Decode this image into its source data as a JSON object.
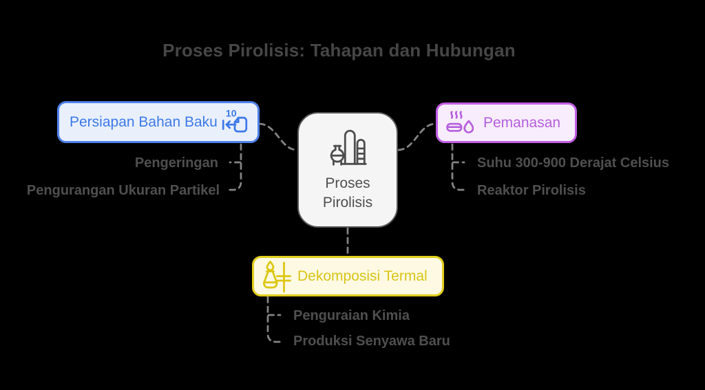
{
  "background": "#000000",
  "title": {
    "text": "Proses Pirolisis: Tahapan dan Hubungan",
    "color": "#464646"
  },
  "center_node": {
    "label": "Proses Pirolisis",
    "icon": "industrial-plant-icon",
    "fill": "#f5f5f5",
    "border_color": "#58585a",
    "text_color": "#4f4f4f"
  },
  "connector_style": {
    "color": "#848484",
    "dashed": true
  },
  "branches": [
    {
      "label": "Persiapan Bahan Baku",
      "icon": "document-input-10-icon",
      "accent": "#3e79e9",
      "border_color": "#5081e9",
      "fill": "#e9f0fc",
      "children": [
        "Pengeringan",
        "Pengurangan Ukuran Partikel"
      ]
    },
    {
      "label": "Pemanasan",
      "icon": "heating-steam-flame-icon",
      "accent": "#b55fdd",
      "border_color": "#c25ee4",
      "fill": "#f8edfc",
      "children": [
        "Suhu 300-900 Derajat Celsius",
        "Reaktor Pirolisis"
      ]
    },
    {
      "label": "Dekomposisi Termal",
      "icon": "bunsen-burner-icon",
      "accent": "#d9c517",
      "border_color": "#e2cd1c",
      "fill": "#fdf9e3",
      "children": [
        "Penguraian Kimia",
        "Produksi Senyawa Baru"
      ]
    }
  ]
}
